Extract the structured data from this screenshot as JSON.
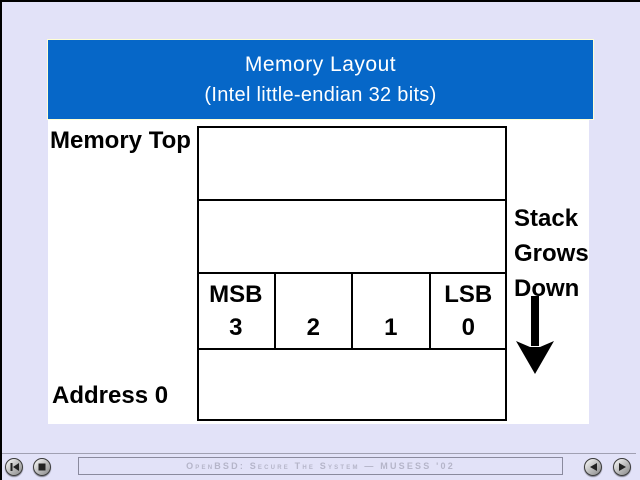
{
  "slide": {
    "title": {
      "line1": "Memory Layout",
      "line2": "(Intel little-endian 32 bits)"
    },
    "labels": {
      "memory_top": "Memory Top",
      "address_zero": "Address 0"
    },
    "stack_lines": [
      "Stack",
      "Grows",
      "Down"
    ],
    "byte_row": {
      "cells": [
        {
          "label": "MSB",
          "number": "3"
        },
        {
          "label": "",
          "number": "2"
        },
        {
          "label": "",
          "number": "1"
        },
        {
          "label": "LSB",
          "number": "0"
        }
      ]
    },
    "icons": {
      "down_arrow": "down-arrow-icon"
    }
  },
  "footer": {
    "status_text": "OpenBSD: Secure The System — MUSESS '02",
    "nav_buttons": [
      {
        "name": "first-slide-button",
        "icon": "skip-to-start-icon"
      },
      {
        "name": "index-stop-button",
        "icon": "square-icon"
      },
      {
        "name": "previous-slide-button",
        "icon": "left-triangle-icon"
      },
      {
        "name": "next-slide-button",
        "icon": "right-triangle-icon"
      }
    ]
  },
  "colors": {
    "background": "#e2e2f8",
    "header_blue": "#0667c8",
    "header_border": "#ffffd4",
    "slide_white": "#ffffff",
    "line_black": "#000000",
    "status_text_gray": "#b5b5c9"
  }
}
